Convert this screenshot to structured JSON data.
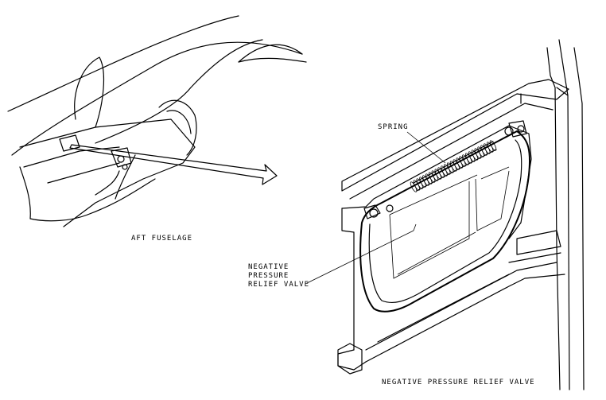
{
  "labels": {
    "aft_fuselage": "AFT FUSELAGE",
    "spring": "SPRING",
    "callout_line1": "NEGATIVE",
    "callout_line2": "PRESSURE",
    "callout_line3": "RELIEF VALVE",
    "bottom_caption": "NEGATIVE PRESSURE RELIEF VALVE"
  }
}
